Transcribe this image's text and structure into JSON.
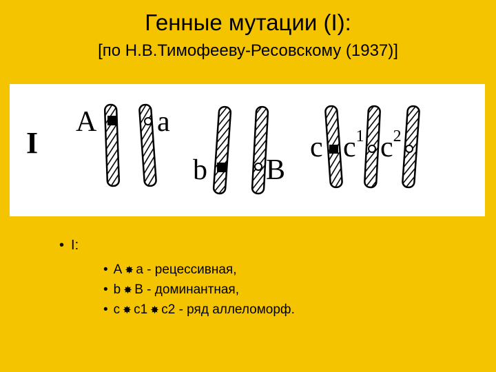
{
  "title": "Генные мутации (I):",
  "subtitle": "[по Н.В.Тимофееву-Ресовскому (1937)]",
  "figure": {
    "roman_label": "I",
    "A": "A",
    "a": "a",
    "b": "b",
    "B": "B",
    "c": "c",
    "c1_base": "c",
    "c1_sup": "1",
    "c2_base": "c",
    "c2_sup": "2"
  },
  "bullet_main": "I:",
  "sub_items": [
    {
      "left": "A",
      "right": "a - рецессивная,"
    },
    {
      "left": "b",
      "right": "B  - доминантная,"
    },
    {
      "left": "c",
      "middle": "c1",
      "right": "c2 - ряд аллеломорф."
    }
  ],
  "icons": {
    "separator": "asterisk-icon"
  }
}
